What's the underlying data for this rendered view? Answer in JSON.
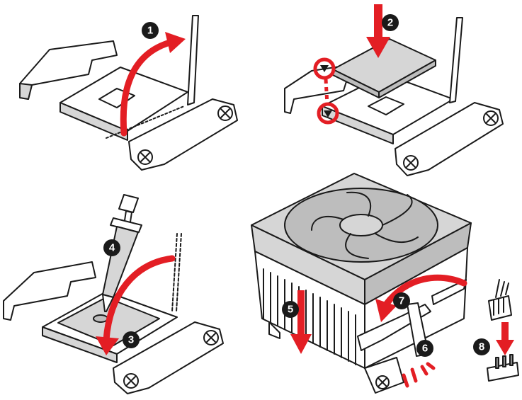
{
  "steps": [
    {
      "id": "1",
      "label": "1"
    },
    {
      "id": "2",
      "label": "2"
    },
    {
      "id": "3",
      "label": "3"
    },
    {
      "id": "4",
      "label": "4"
    },
    {
      "id": "5",
      "label": "5"
    },
    {
      "id": "6",
      "label": "6"
    },
    {
      "id": "7",
      "label": "7"
    },
    {
      "id": "8",
      "label": "8"
    }
  ],
  "colors": {
    "accent": "#e31e24",
    "line": "#1a1a1a",
    "badge": "#1a1a1a",
    "fill_light": "#d6d6d6",
    "fill_mid": "#bdbdbd"
  },
  "icons": [
    "lever-arm",
    "socket",
    "cpu-chip",
    "thermal-paste-syringe",
    "cooler-fan",
    "fan-connector",
    "alignment-triangle-icon",
    "arrow-icon"
  ]
}
